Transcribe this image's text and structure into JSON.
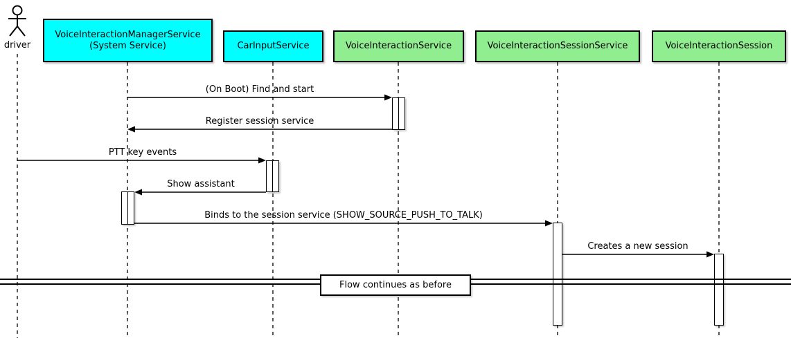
{
  "actor": {
    "label": "driver"
  },
  "participants": [
    {
      "line1": "VoiceInteractionManagerService",
      "line2": "(System Service)",
      "fill": "#00FFFF"
    },
    {
      "line1": "CarInputService",
      "fill": "#00FFFF"
    },
    {
      "line1": "VoiceInteractionService",
      "fill": "#90EE90"
    },
    {
      "line1": "VoiceInteractionSessionService",
      "fill": "#90EE90"
    },
    {
      "line1": "VoiceInteractionSession",
      "fill": "#90EE90"
    }
  ],
  "messages": [
    {
      "label": "(On Boot) Find and start",
      "from": "VoiceInteractionManagerService",
      "to": "VoiceInteractionService",
      "direction": "right"
    },
    {
      "label": "Register session service",
      "from": "VoiceInteractionService",
      "to": "VoiceInteractionManagerService",
      "direction": "left"
    },
    {
      "label": "PTT key events",
      "from": "driver",
      "to": "CarInputService",
      "direction": "right"
    },
    {
      "label": "Show assistant",
      "from": "CarInputService",
      "to": "VoiceInteractionManagerService",
      "direction": "left"
    },
    {
      "label": "Binds to the session service (SHOW_SOURCE_PUSH_TO_TALK)",
      "from": "VoiceInteractionManagerService",
      "to": "VoiceInteractionSessionService",
      "direction": "right"
    },
    {
      "label": "Creates a new session",
      "from": "VoiceInteractionSessionService",
      "to": "VoiceInteractionSession",
      "direction": "right"
    }
  ],
  "divider": {
    "label": "Flow continues as before"
  },
  "colors": {
    "participant_cyan": "#00FFFF",
    "participant_green": "#90EE90",
    "activation_fill": "#FFFFFF",
    "line": "#000000",
    "background": "#FFFFFF"
  }
}
